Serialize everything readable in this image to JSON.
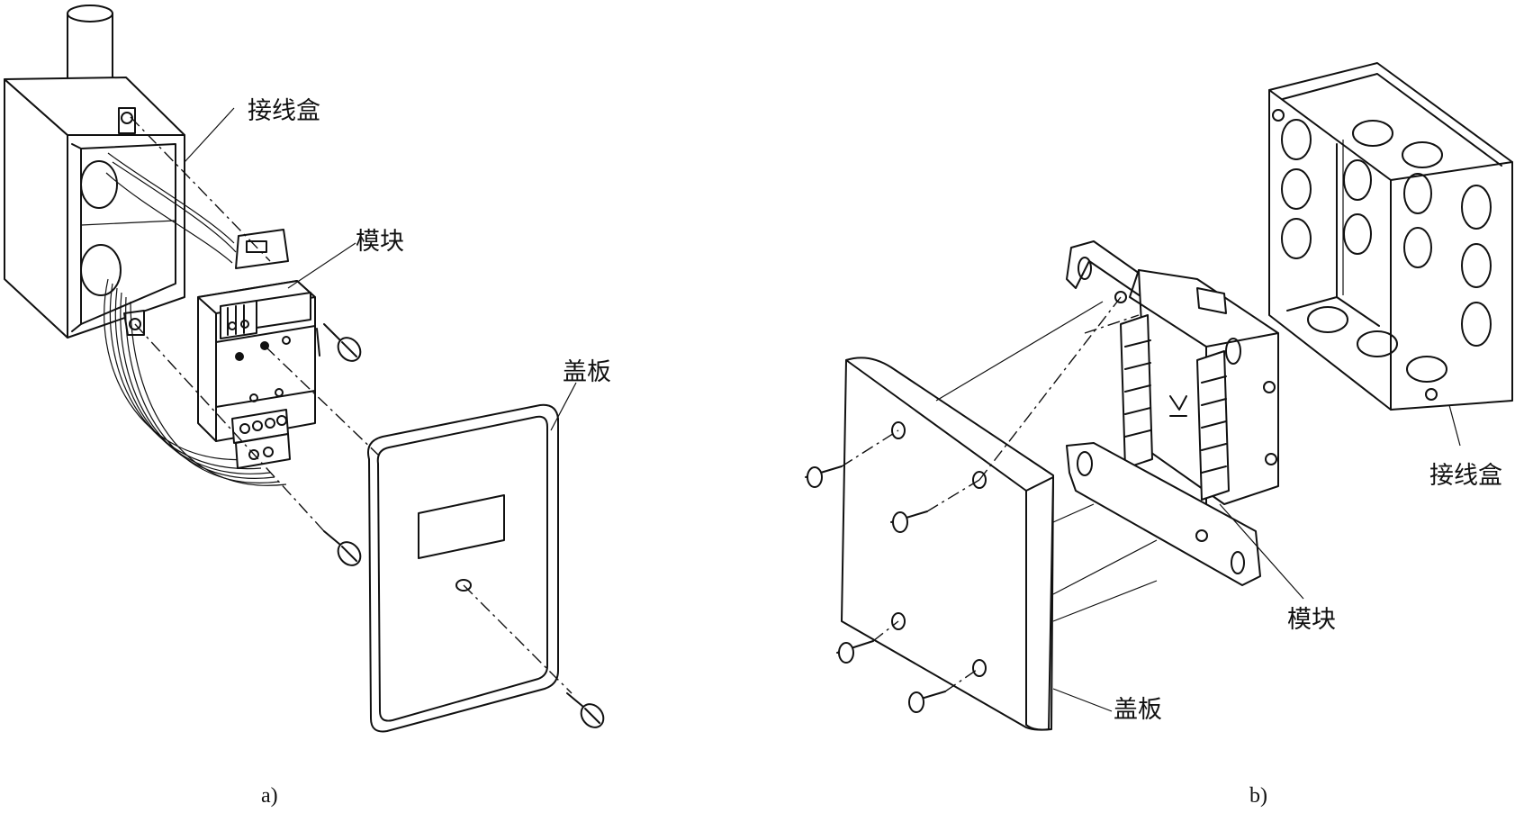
{
  "figure_a": {
    "caption": "a)",
    "labels": {
      "junction_box": "接线盒",
      "module": "模块",
      "cover_plate": "盖板"
    }
  },
  "figure_b": {
    "caption": "b)",
    "labels": {
      "junction_box": "接线盒",
      "module": "模块",
      "cover_plate": "盖板"
    }
  }
}
